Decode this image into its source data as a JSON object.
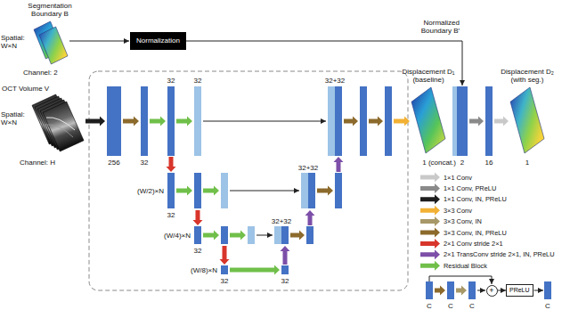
{
  "diagram": {
    "nodes": [
      {
        "text": [
          "Normalization"
        ]
      },
      {
        "text": [
          "+"
        ]
      },
      {
        "text": [
          "PReLU"
        ]
      }
    ],
    "edges": [
      {
        "from": 1,
        "to": 2,
        "arrow": "to"
      }
    ],
    "labels": [
      "Segmentation Boundary B",
      "Spatial: W×N",
      "Channel: 2",
      "Normalized Boundary B′",
      "Displacement D₁ (baseline)",
      "Displacement D₂ (with seg.)",
      "OCT Volume V",
      "Spatial: W×N",
      "Channel: H",
      "32",
      "32",
      "32+32",
      "256",
      "32",
      "1 (concat.)",
      "2",
      "16",
      "1",
      "(W/2)×N",
      "32+32",
      "32",
      "(W/4)×N",
      "32+32",
      "32",
      "(W/8)×N",
      "32",
      "32",
      "C",
      "C",
      "C",
      "C"
    ],
    "legend": [
      {
        "text": "1×1 Conv",
        "color": "#c9c9c9"
      },
      {
        "text": "1×1 Conv, PReLU",
        "color": "#8a8a8a"
      },
      {
        "text": "1×1 Conv, IN, PReLU",
        "color": "#1e1e1e"
      },
      {
        "text": "3×3 Conv",
        "color": "#f2b134"
      },
      {
        "text": "3×3 Conv, IN",
        "color": "#a89868"
      },
      {
        "text": "3×3 Conv, IN, PReLU",
        "color": "#8c6a2c"
      },
      {
        "text": "2×1 Conv stride 2×1",
        "color": "#d8352b"
      },
      {
        "text": "2×1 TransConv stride 2×1, IN, PReLU",
        "color": "#7d4fa8"
      },
      {
        "text": "Residual Block",
        "color": "#70bf4a"
      }
    ]
  }
}
